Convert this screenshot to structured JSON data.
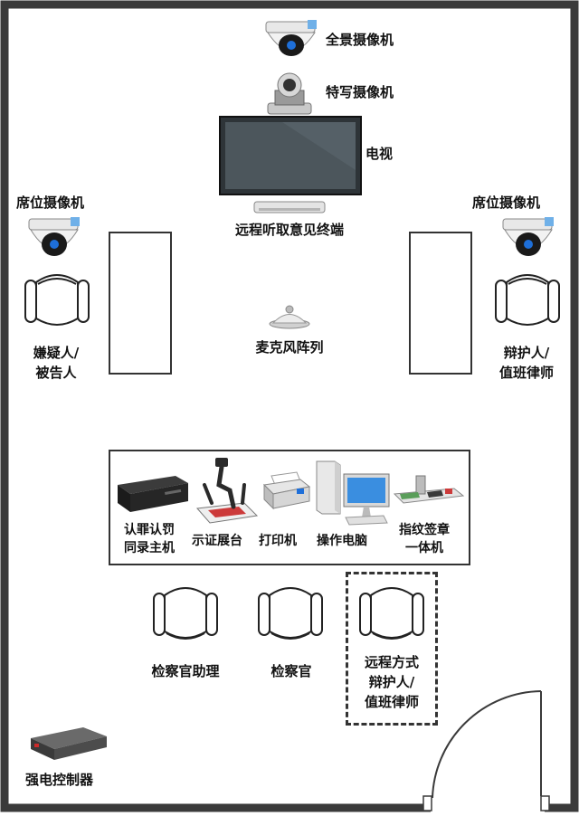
{
  "labels": {
    "panorama_camera": "全景摄像机",
    "closeup_camera": "特写摄像机",
    "tv": "电视",
    "remote_terminal": "远程听取意见终端",
    "seat_camera_left": "席位摄像机",
    "seat_camera_right": "席位摄像机",
    "suspect_line1": "嫌疑人/",
    "suspect_line2": "被告人",
    "defender_line1": "辩护人/",
    "defender_line2": "值班律师",
    "mic_array": "麦克风阵列",
    "recorder_line1": "认罪认罚",
    "recorder_line2": "同录主机",
    "evidence_booth": "示证展台",
    "printer": "打印机",
    "computer": "操作电脑",
    "fingerprint_line1": "指纹签章",
    "fingerprint_line2": "一体机",
    "prosecutor_assistant": "检察官助理",
    "prosecutor": "检察官",
    "remote_defender_line1": "远程方式",
    "remote_defender_line2": "辩护人/",
    "remote_defender_line3": "值班律师",
    "power_controller": "强电控制器"
  },
  "colors": {
    "wall": "#3a3a3a",
    "accent_blue": "#1e6fd9",
    "device_gray": "#5a5a5a"
  }
}
